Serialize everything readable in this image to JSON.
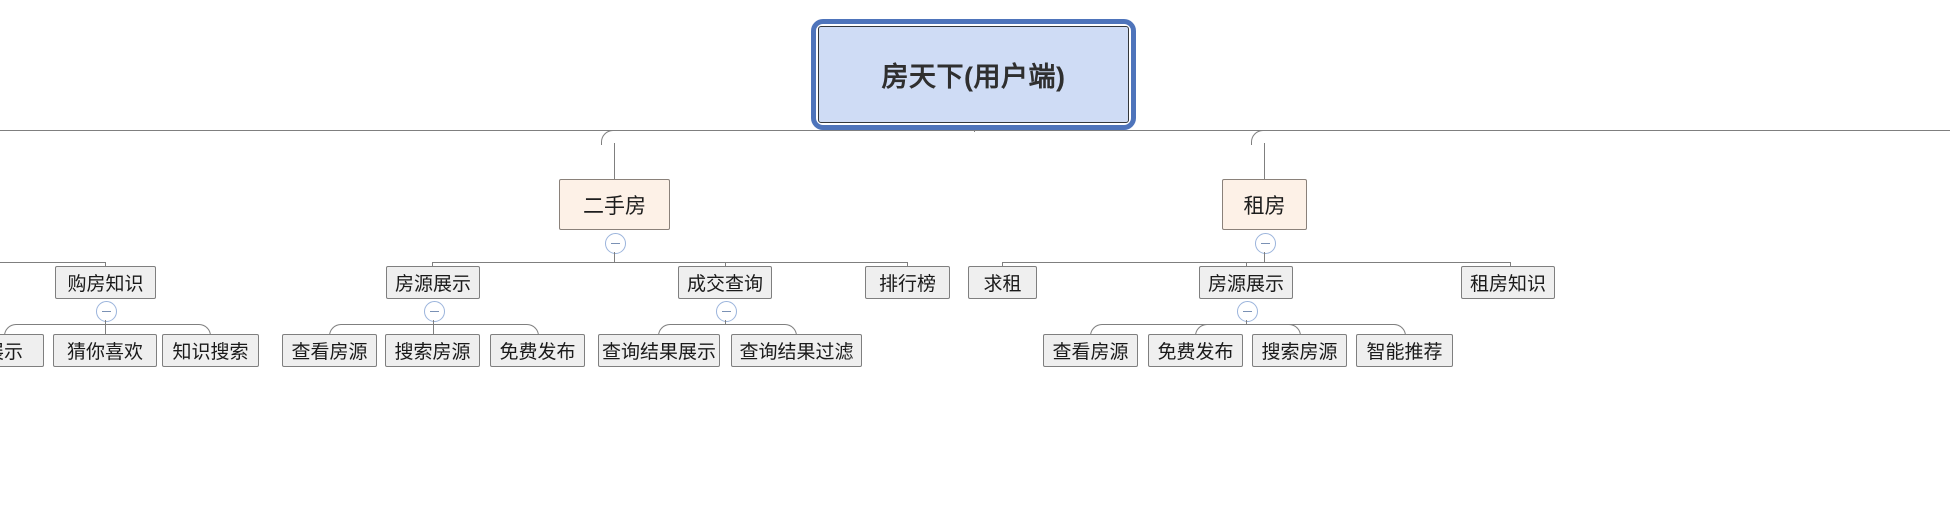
{
  "diagram": {
    "type": "mind-map",
    "title": "房天下(用户端)",
    "root": {
      "label": "房天下(用户端)",
      "fill": "#cfdcf5",
      "border": "#4e74bb"
    },
    "branch_fill": "#fdf1e7",
    "node_fill": "#efefef",
    "connector_color": "#7f7f7f",
    "toggle_color": "#9bb4dc"
  },
  "nodes": {
    "level2": [
      {
        "label": "二手房"
      },
      {
        "label": "租房"
      }
    ],
    "level3": [
      {
        "label": "购房知识"
      },
      {
        "label": "房源展示"
      },
      {
        "label": "成交查询"
      },
      {
        "label": "排行榜"
      },
      {
        "label": "求租"
      },
      {
        "label": "房源展示"
      },
      {
        "label": "租房知识"
      }
    ],
    "leaves": [
      {
        "label": "展示"
      },
      {
        "label": "猜你喜欢"
      },
      {
        "label": "知识搜索"
      },
      {
        "label": "查看房源"
      },
      {
        "label": "搜索房源"
      },
      {
        "label": "免费发布"
      },
      {
        "label": "查询结果展示"
      },
      {
        "label": "查询结果过滤"
      },
      {
        "label": "查看房源"
      },
      {
        "label": "免费发布"
      },
      {
        "label": "搜索房源"
      },
      {
        "label": "智能推荐"
      }
    ]
  },
  "toggles": {
    "collapse_glyph": "minus",
    "items": [
      {
        "name": "toggle-ershoufang"
      },
      {
        "name": "toggle-zufang"
      },
      {
        "name": "toggle-goufangzhishi"
      },
      {
        "name": "toggle-fangyuanzhanshi-ershou"
      },
      {
        "name": "toggle-chengjiaochaxun"
      },
      {
        "name": "toggle-fangyuanzhanshi-zufang"
      }
    ]
  }
}
